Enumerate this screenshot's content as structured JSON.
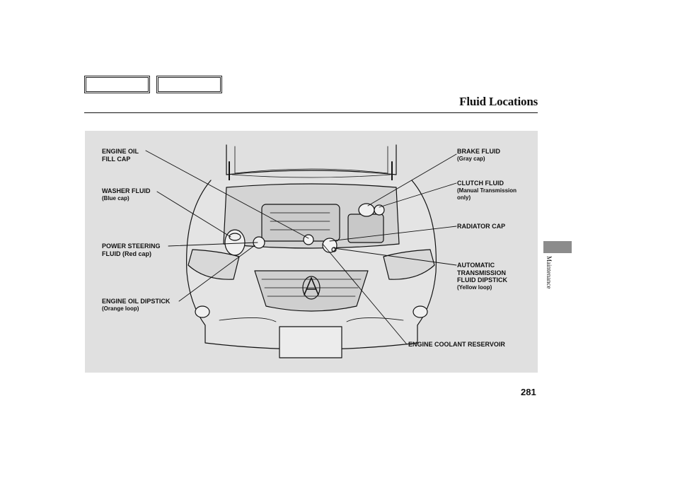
{
  "header": {
    "title": "Fluid Locations"
  },
  "labels": {
    "engine_oil_fill_cap": {
      "line1": "ENGINE OIL",
      "line2": "FILL CAP"
    },
    "washer_fluid": {
      "name": "WASHER FLUID",
      "note": "(Blue cap)"
    },
    "power_steering": {
      "line1": "POWER STEERING",
      "line2": "FLUID (Red cap)"
    },
    "engine_oil_dipstick": {
      "name": "ENGINE OIL DIPSTICK",
      "note": "(Orange loop)"
    },
    "brake_fluid": {
      "name": "BRAKE FLUID",
      "note": "(Gray cap)"
    },
    "clutch_fluid": {
      "name": "CLUTCH FLUID",
      "note1": "(Manual Transmission",
      "note2": "only)"
    },
    "radiator_cap": {
      "name": "RADIATOR CAP"
    },
    "atf_dipstick": {
      "line1": "AUTOMATIC",
      "line2": "TRANSMISSION",
      "line3": "FLUID DIPSTICK",
      "note": "(Yellow loop)"
    },
    "engine_coolant": {
      "name": "ENGINE COOLANT RESERVOIR"
    }
  },
  "footer": {
    "page_number": "281",
    "section": "Maintenance"
  }
}
